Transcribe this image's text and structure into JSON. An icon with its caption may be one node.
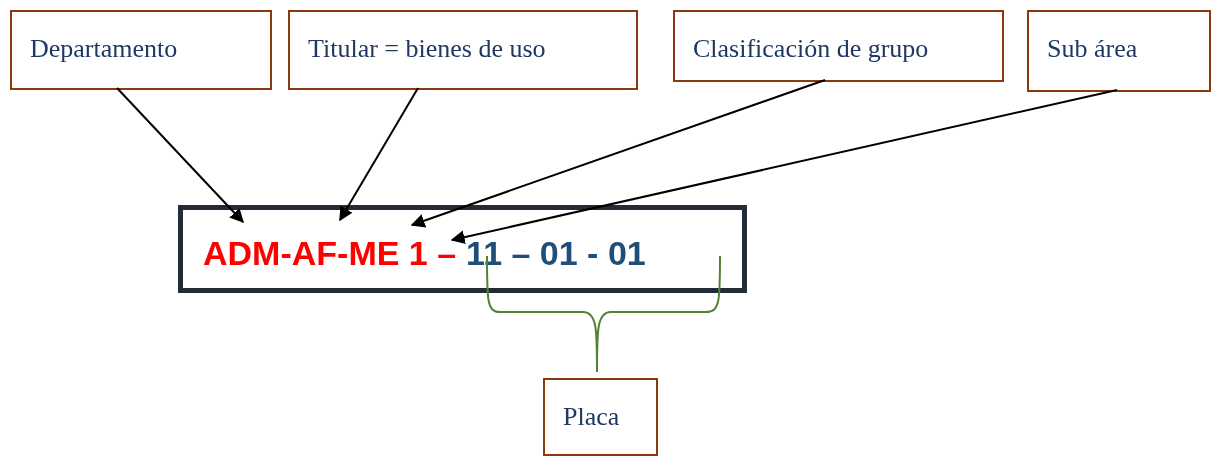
{
  "diagram": {
    "nodes": [
      {
        "text": [
          "Departamento"
        ]
      },
      {
        "text": [
          "Titular = bienes de uso"
        ]
      },
      {
        "text": [
          "Clasificación de grupo"
        ]
      },
      {
        "text": [
          "Sub área"
        ]
      },
      {
        "text": [
          "ADM-AF-ME 1 –",
          "11 – 01 - 01"
        ]
      },
      {
        "text": [
          "Placa"
        ]
      }
    ],
    "edges": [
      {
        "from": 0,
        "to": 4,
        "arrow": "to"
      },
      {
        "from": 1,
        "to": 4,
        "arrow": "to"
      },
      {
        "from": 2,
        "to": 4,
        "arrow": "to"
      },
      {
        "from": 3,
        "to": 4,
        "arrow": "to"
      }
    ]
  }
}
